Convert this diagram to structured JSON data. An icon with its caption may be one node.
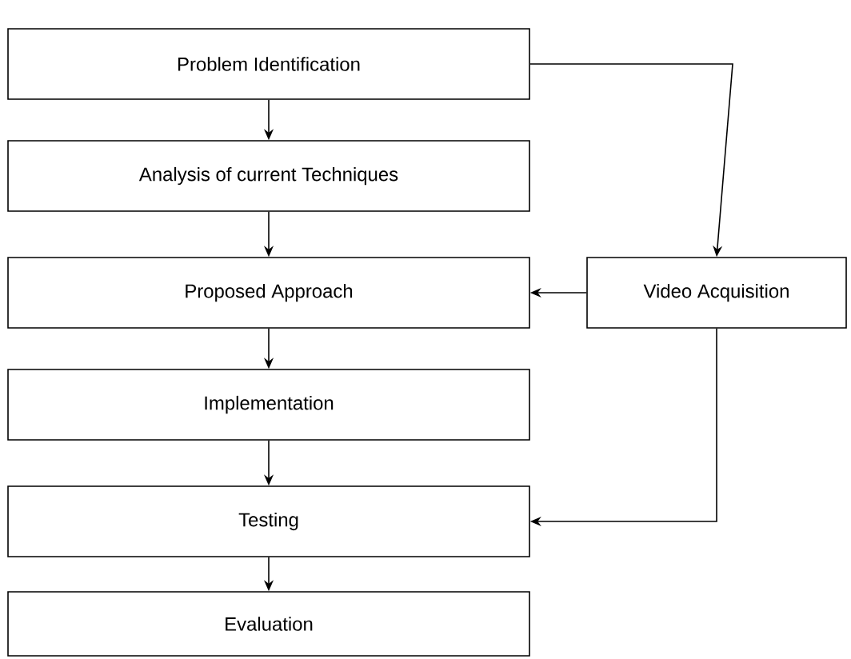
{
  "diagram": {
    "nodes": [
      {
        "text": [
          "Problem Identification"
        ]
      },
      {
        "text": [
          "Analysis of current Techniques"
        ]
      },
      {
        "text": [
          "Proposed Approach"
        ]
      },
      {
        "text": [
          "Implementation"
        ]
      },
      {
        "text": [
          "Testing"
        ]
      },
      {
        "text": [
          "Evaluation"
        ]
      },
      {
        "text": [
          "Video Acquisition"
        ]
      }
    ],
    "edges": [
      {
        "from": 0,
        "to": 1,
        "arrow": "to"
      },
      {
        "from": 1,
        "to": 2,
        "arrow": "to"
      },
      {
        "from": 2,
        "to": 3,
        "arrow": "to"
      },
      {
        "from": 3,
        "to": 4,
        "arrow": "to"
      },
      {
        "from": 4,
        "to": 5,
        "arrow": "to"
      },
      {
        "from": 0,
        "to": 6,
        "arrow": "to"
      },
      {
        "from": 6,
        "to": 2,
        "arrow": "to"
      },
      {
        "from": 6,
        "to": 4,
        "arrow": "to"
      }
    ]
  }
}
